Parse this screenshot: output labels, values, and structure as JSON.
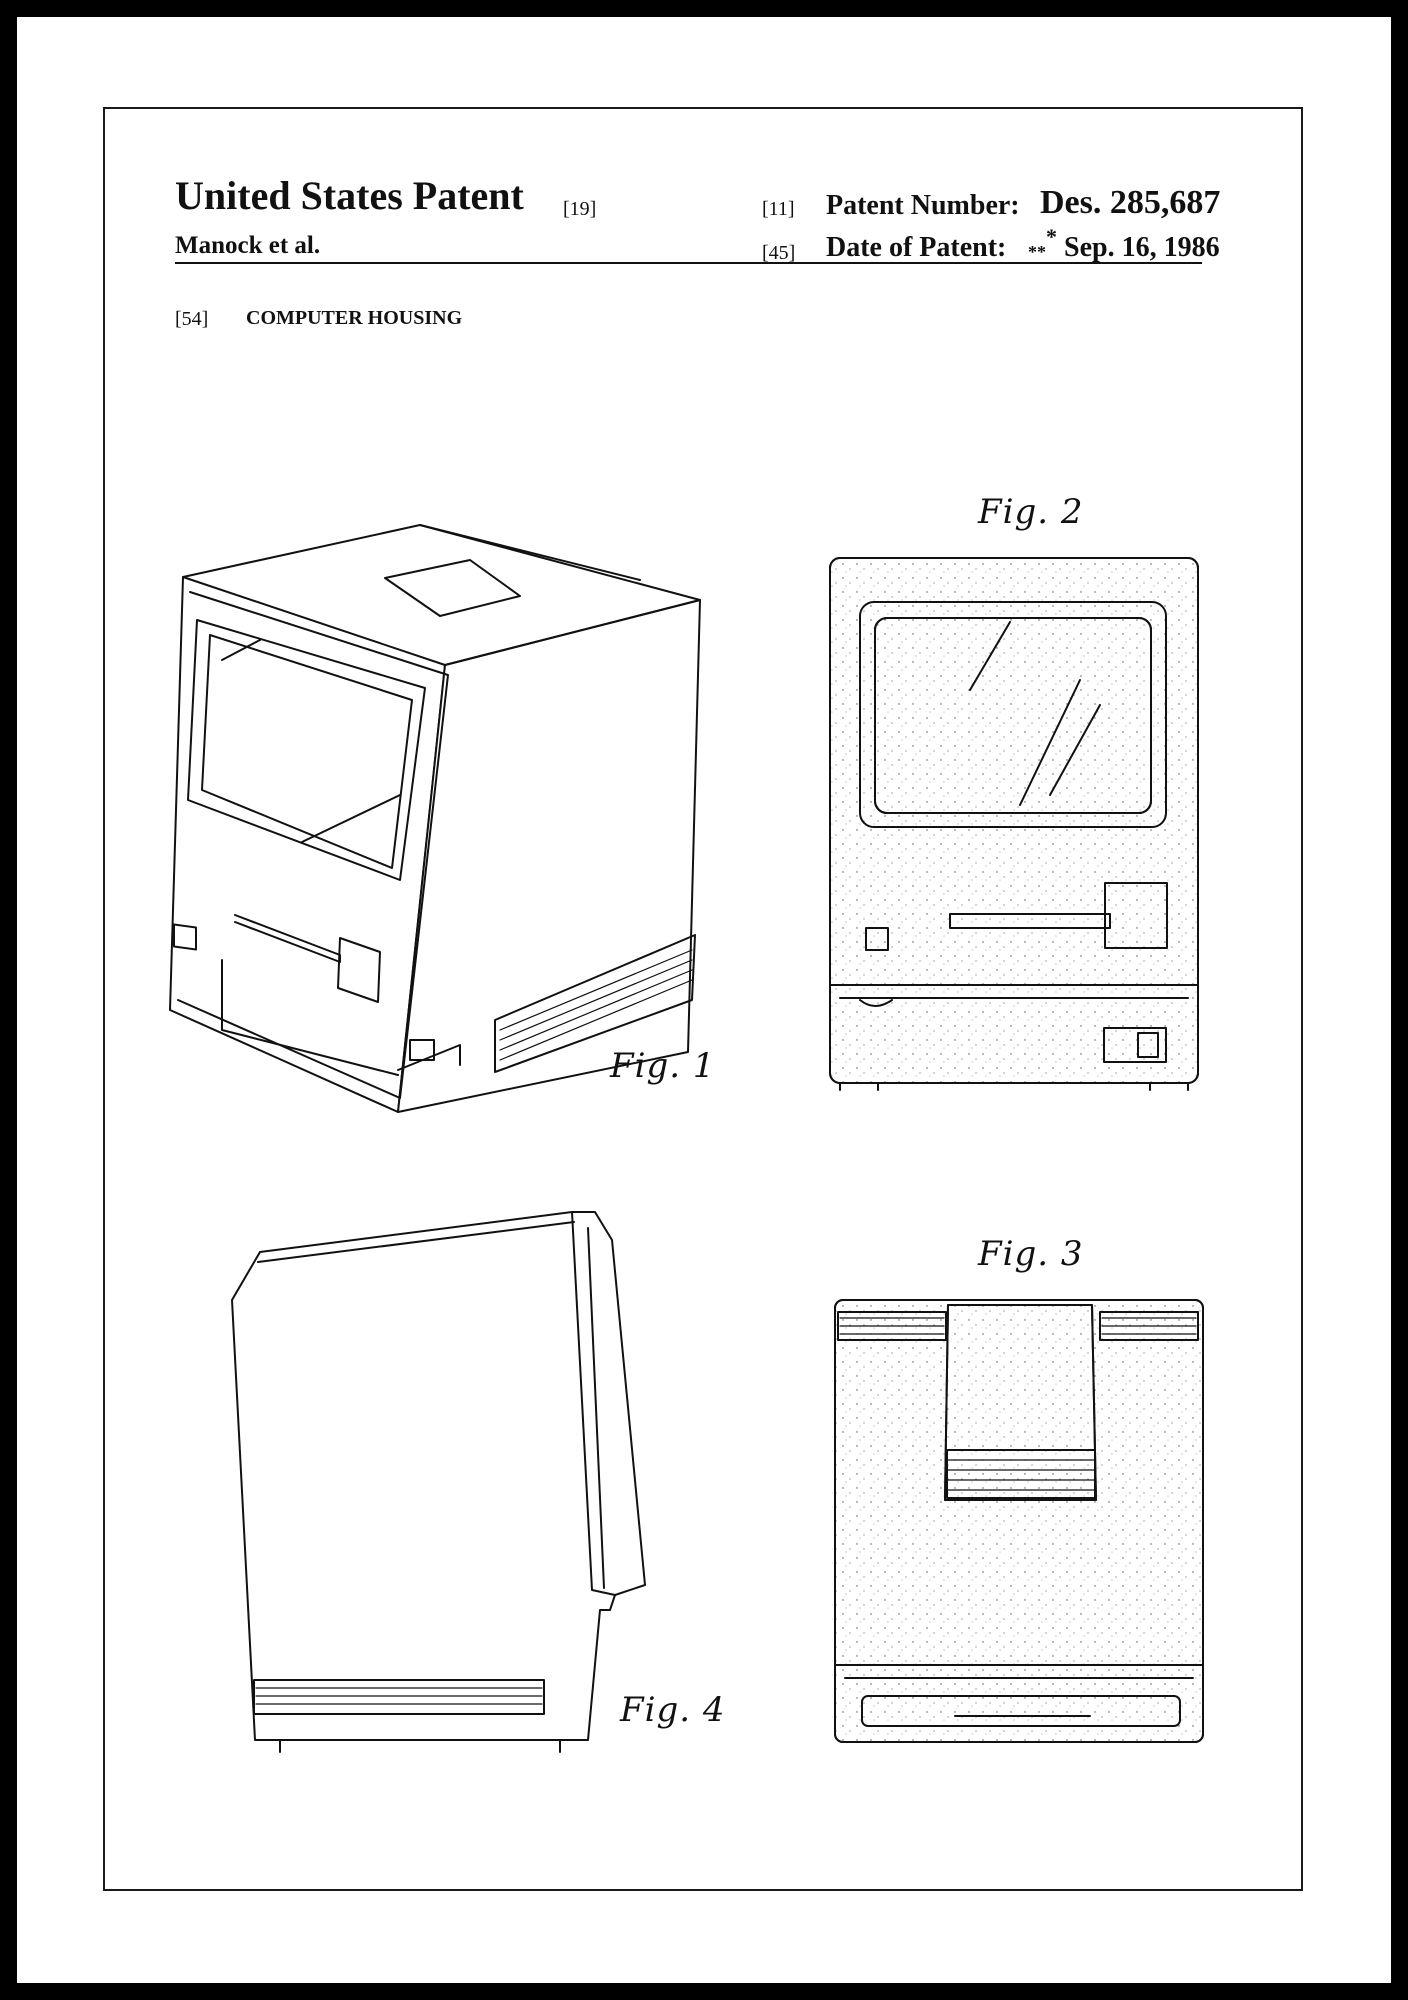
{
  "header": {
    "title": "United States Patent",
    "title_code": "[19]",
    "inventor": "Manock et al.",
    "patent_number_code": "[11]",
    "patent_number_label": "Patent Number:",
    "patent_number": "Des. 285,687",
    "date_code": "[45]",
    "date_label": "Date of Patent:",
    "date_mark": "**",
    "date": "Sep. 16, 1986",
    "title_field_code": "[54]",
    "invention_title": "COMPUTER HOUSING"
  },
  "figures": {
    "fig1": "Fig. 1",
    "fig2": "Fig. 2",
    "fig3": "Fig. 3",
    "fig4": "Fig. 4"
  },
  "colors": {
    "frame": "#000000",
    "paper": "#ffffff",
    "ink": "#111111"
  }
}
